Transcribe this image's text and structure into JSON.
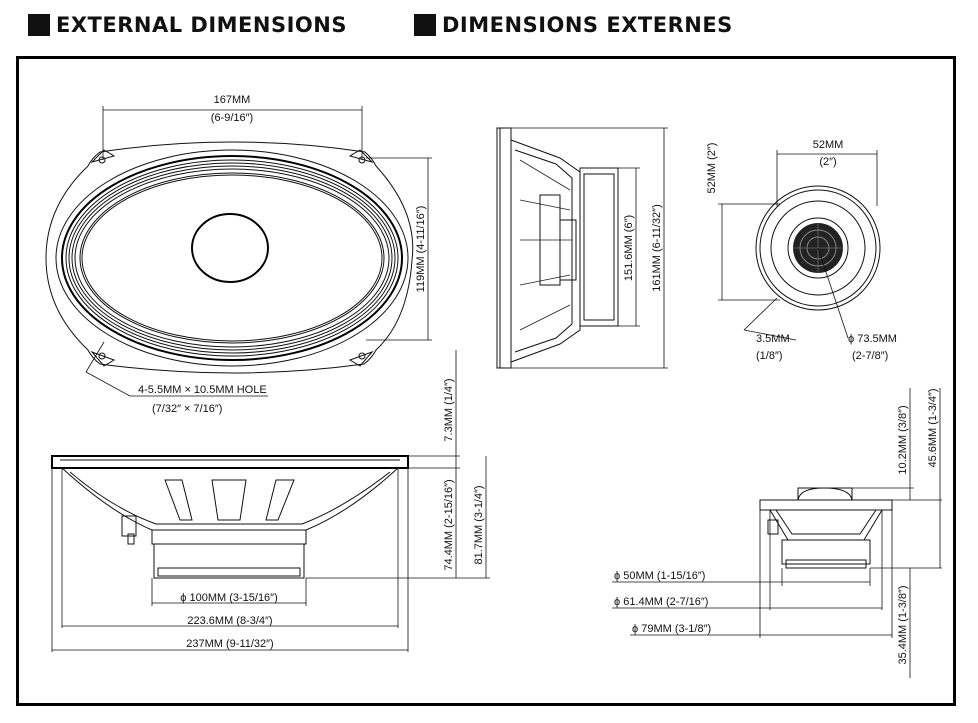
{
  "header": {
    "title_en": "EXTERNAL DIMENSIONS",
    "title_fr": "DIMENSIONS EXTERNES"
  },
  "front_view": {
    "width_mm": "167MM",
    "width_in": "(6-9/16″)",
    "height": "119MM (4-11/16″)",
    "hole_mm": "4-5.5MM × 10.5MM HOLE",
    "hole_in": "(7/32″ × 7/16″)"
  },
  "side_view": {
    "depth_mm": "151.6MM (6″)",
    "total_mm": "161MM (6-11/32″)"
  },
  "tweeter_top": {
    "width_mm": "52MM",
    "width_in": "(2″)",
    "height": "52MM (2″)",
    "hole_mm": "3.5MM",
    "hole_in": "(1/8″)",
    "dia_mm": "ϕ 73.5MM",
    "dia_in": "(2-7/8″)"
  },
  "woofer_side": {
    "flange": "7.3MM (1/4″)",
    "depth1": "74.4MM (2-15/16″)",
    "depth2": "81.7MM (3-1/4″)",
    "magnet": "ϕ 100MM (3-15/16″)",
    "inner_w": "223.6MM (8-3/4″)",
    "outer_w": "237MM (9-11/32″)"
  },
  "tweeter_side": {
    "h1": "10.2MM (3/8″)",
    "h2": "45.6MM (1-3/4″)",
    "h3": "35.4MM (1-3/8″)",
    "d1": "ϕ 50MM (1-15/16″)",
    "d2": "ϕ 61.4MM (2-7/16″)",
    "d3": "ϕ 79MM (3-1/8″)"
  }
}
